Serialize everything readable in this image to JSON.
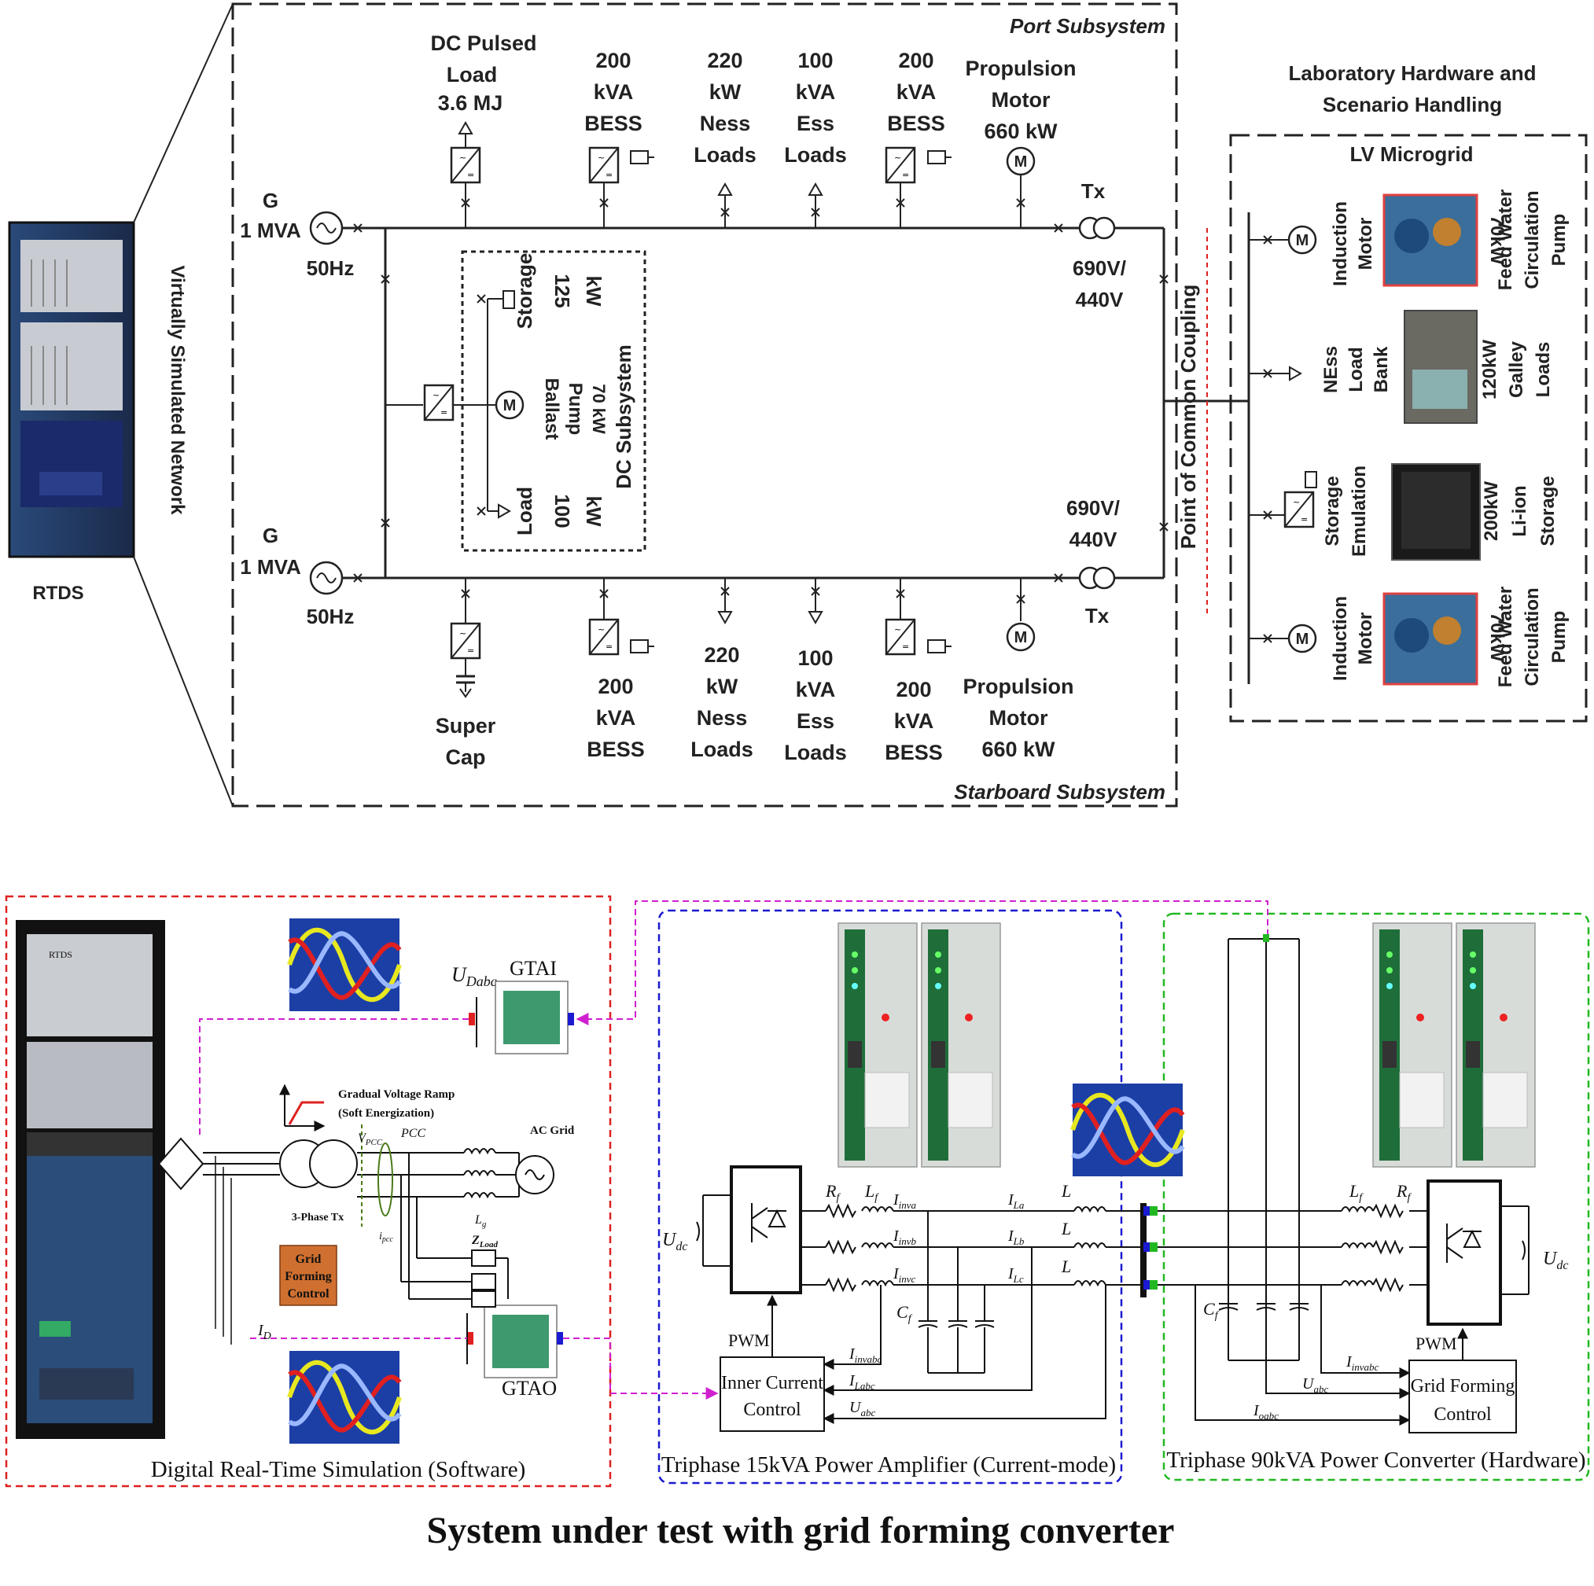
{
  "rtds": {
    "label": "RTDS",
    "virtual_label": "Virtually Simulated Network"
  },
  "port": {
    "title": "Port Subsystem",
    "gen": {
      "g": "G",
      "mva": "1 MVA",
      "hz": "50Hz"
    },
    "loads": [
      {
        "lines": [
          "DC Pulsed",
          "Load",
          "3.6 MJ"
        ]
      },
      {
        "lines": [
          "200",
          "kVA",
          "BESS"
        ]
      },
      {
        "lines": [
          "220",
          "kW",
          "Ness",
          "Loads"
        ]
      },
      {
        "lines": [
          "100",
          "kVA",
          "Ess",
          "Loads"
        ]
      },
      {
        "lines": [
          "200",
          "kVA",
          "BESS"
        ]
      },
      {
        "lines": [
          "Propulsion",
          "Motor",
          "660 kW"
        ]
      }
    ],
    "tx": {
      "label": "Tx",
      "ratio": [
        "690V/",
        "440V"
      ]
    }
  },
  "starboard": {
    "title": "Starboard Subsystem",
    "gen": {
      "g": "G",
      "mva": "1 MVA",
      "hz": "50Hz"
    },
    "loads": [
      {
        "lines": [
          "Super",
          "Cap"
        ]
      },
      {
        "lines": [
          "200",
          "kVA",
          "BESS"
        ]
      },
      {
        "lines": [
          "220",
          "kW",
          "Ness",
          "Loads"
        ]
      },
      {
        "lines": [
          "100",
          "kVA",
          "Ess",
          "Loads"
        ]
      },
      {
        "lines": [
          "200",
          "kVA",
          "BESS"
        ]
      },
      {
        "lines": [
          "Propulsion",
          "Motor",
          "660 kW"
        ]
      }
    ],
    "tx": {
      "label": "Tx",
      "ratio": [
        "690V/",
        "440V"
      ]
    }
  },
  "dc": {
    "title": "DC Subsystem",
    "storage": [
      "Storage",
      "125",
      "kW"
    ],
    "ballast": [
      "Ballast",
      "Pump",
      "70 kW"
    ],
    "load": [
      "Load",
      "100",
      "kW"
    ]
  },
  "pcc": "Point of Common Coupling",
  "lab": {
    "title": [
      "Laboratory Hardware and",
      "Scenario Handling"
    ],
    "microgrid": "LV Microgrid",
    "items": [
      {
        "left": [
          "Induction",
          "Motor"
        ],
        "right": [
          "70kW",
          "Feed Water",
          "Circulation",
          "Pump"
        ]
      },
      {
        "left": [
          "NEss",
          "Load",
          "Bank"
        ],
        "right": [
          "120kW",
          "Galley",
          "Loads"
        ]
      },
      {
        "left": [
          "Storage",
          "Emulation"
        ],
        "right": [
          "200kW",
          "Li-ion",
          "Storage"
        ]
      },
      {
        "left": [
          "Induction",
          "Motor"
        ],
        "right": [
          "70kW",
          "Feed Water",
          "Circulation",
          "Pump"
        ]
      }
    ]
  },
  "lower": {
    "rtds_brand": "RTDS",
    "gtai": "GTAI",
    "gtao": "GTAO",
    "udabc": "U",
    "udabc_sub": "Dabc",
    "ramp": [
      "Gradual Voltage Ramp",
      "(Soft Energization)"
    ],
    "vpcc": "V",
    "vpcc_sub": "PCC",
    "pcc": "PCC",
    "ac_grid": "AC Grid",
    "tx3": "3-Phase Tx",
    "lg": "L",
    "lg_sub": "g",
    "zload": "Z",
    "zload_sub": "Load",
    "ipcc": "i",
    "ipcc_sub": "pcc",
    "id": "I",
    "id_sub": "D",
    "gfc": [
      "Grid",
      "Forming",
      "Control"
    ],
    "sw_caption": "Digital Real-Time Simulation (Software)",
    "amp_caption": "Triphase 15kVA Power Amplifier (Current-mode)",
    "conv_caption": "Triphase 90kVA Power Converter (Hardware)",
    "inner_ctrl": [
      "Inner Current",
      "Control"
    ],
    "gf_ctrl": [
      "Grid Forming",
      "Control"
    ],
    "pwm": "PWM",
    "rf": "R",
    "lf": "L",
    "f_sub": "f",
    "l": "L",
    "udc": "U",
    "udc_sub": "dc",
    "cf": "C",
    "inva": "I",
    "inva_sub": "inva",
    "invb": "I",
    "invb_sub": "invb",
    "invc": "I",
    "invc_sub": "invc",
    "la": "I",
    "la_sub": "La",
    "lb": "I",
    "lb_sub": "Lb",
    "lc": "I",
    "lc_sub": "Lc",
    "invabc": "I",
    "invabc_sub": "invabc",
    "labc": "I",
    "labc_sub": "Labc",
    "uabc": "U",
    "uabc_sub": "abc",
    "oabc": "I",
    "oabc_sub": "oabc"
  },
  "main_caption": "System under test with grid forming converter",
  "colors": {
    "red": "#e02020",
    "blue": "#1a1ad0",
    "green": "#22b822",
    "magenta": "#d020d0",
    "caption": "#1a7a1a"
  }
}
